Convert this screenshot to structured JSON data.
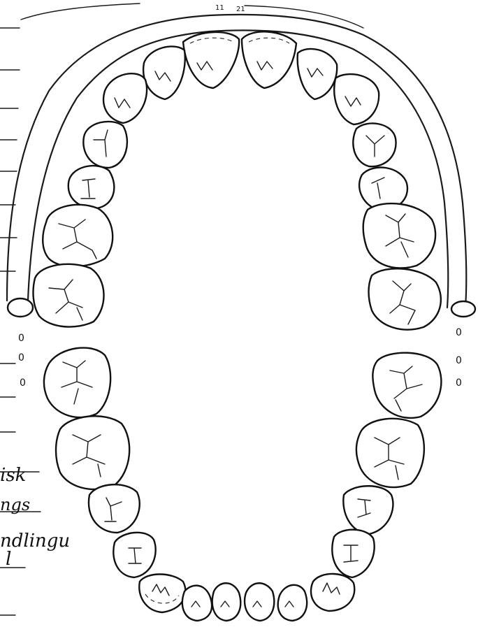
{
  "labels": {
    "top_left_number": "11",
    "top_right_number": "21",
    "margin_1": "isk",
    "margin_2": "ngs",
    "margin_3": "ndlingu",
    "margin_4": "l"
  },
  "marks": {
    "left_ovals": [
      "0",
      "0",
      "0"
    ],
    "right_ovals": [
      "0",
      "0",
      "0"
    ]
  }
}
